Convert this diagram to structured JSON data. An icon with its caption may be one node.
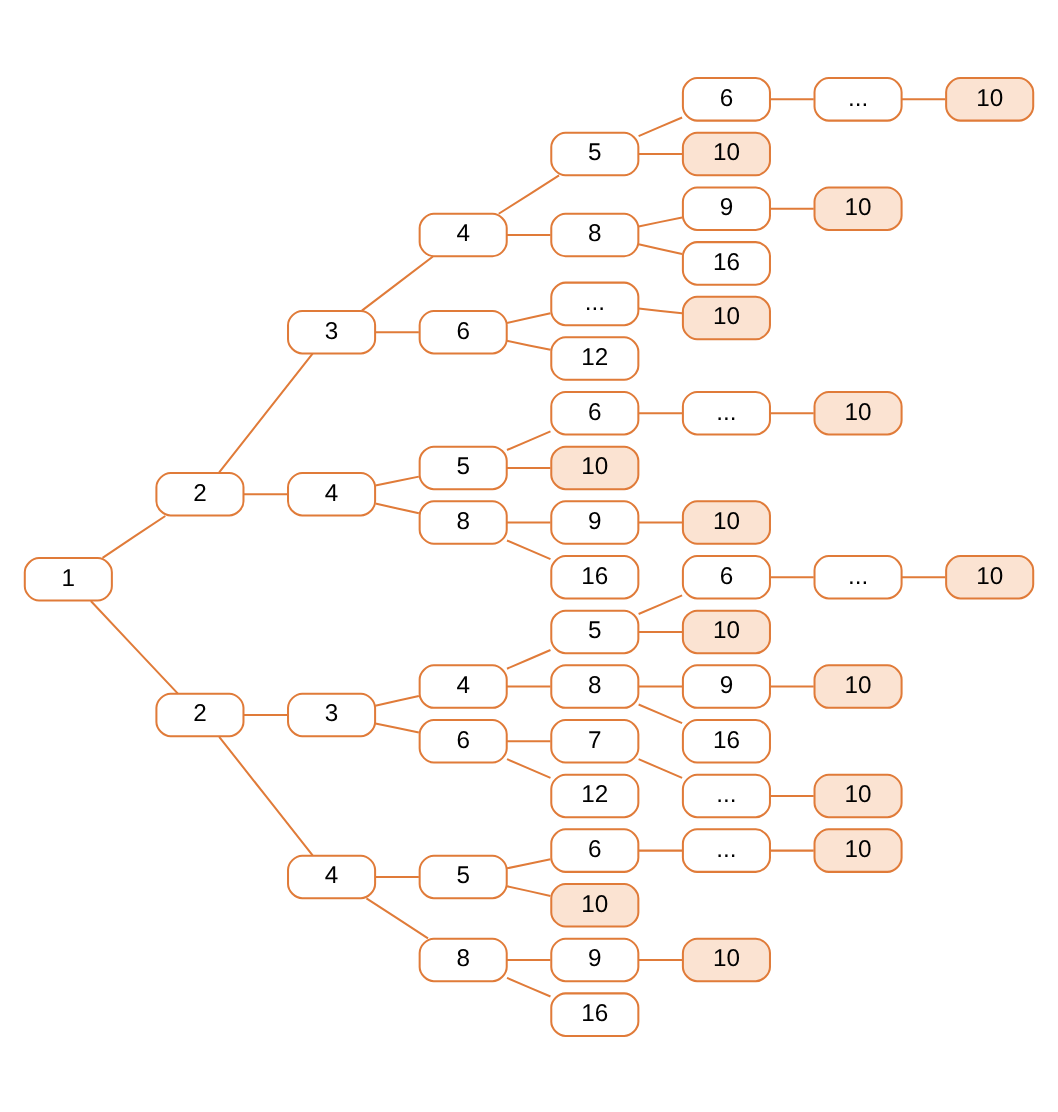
{
  "diagram": {
    "nodes": [
      {
        "text": [
          "1"
        ]
      },
      {
        "text": [
          "2"
        ]
      },
      {
        "text": [
          "3"
        ]
      },
      {
        "text": [
          "4"
        ]
      },
      {
        "text": [
          "5"
        ]
      },
      {
        "text": [
          "6"
        ]
      },
      {
        "text": [
          "..."
        ]
      },
      {
        "text": [
          "10"
        ]
      },
      {
        "text": [
          "10"
        ]
      },
      {
        "text": [
          "8"
        ]
      },
      {
        "text": [
          "9"
        ]
      },
      {
        "text": [
          "10"
        ]
      },
      {
        "text": [
          "16"
        ]
      },
      {
        "text": [
          "6"
        ]
      },
      {
        "text": [
          "..."
        ]
      },
      {
        "text": [
          "10"
        ]
      },
      {
        "text": [
          "12"
        ]
      },
      {
        "text": [
          "4"
        ]
      },
      {
        "text": [
          "5"
        ]
      },
      {
        "text": [
          "6"
        ]
      },
      {
        "text": [
          "..."
        ]
      },
      {
        "text": [
          "10"
        ]
      },
      {
        "text": [
          "10"
        ]
      },
      {
        "text": [
          "8"
        ]
      },
      {
        "text": [
          "9"
        ]
      },
      {
        "text": [
          "10"
        ]
      },
      {
        "text": [
          "16"
        ]
      },
      {
        "text": [
          "2"
        ]
      },
      {
        "text": [
          "3"
        ]
      },
      {
        "text": [
          "4"
        ]
      },
      {
        "text": [
          "5"
        ]
      },
      {
        "text": [
          "6"
        ]
      },
      {
        "text": [
          "..."
        ]
      },
      {
        "text": [
          "10"
        ]
      },
      {
        "text": [
          "10"
        ]
      },
      {
        "text": [
          "8"
        ]
      },
      {
        "text": [
          "9"
        ]
      },
      {
        "text": [
          "10"
        ]
      },
      {
        "text": [
          "16"
        ]
      },
      {
        "text": [
          "6"
        ]
      },
      {
        "text": [
          "7"
        ]
      },
      {
        "text": [
          "..."
        ]
      },
      {
        "text": [
          "10"
        ]
      },
      {
        "text": [
          "12"
        ]
      },
      {
        "text": [
          "4"
        ]
      },
      {
        "text": [
          "5"
        ]
      },
      {
        "text": [
          "6"
        ]
      },
      {
        "text": [
          "..."
        ]
      },
      {
        "text": [
          "10"
        ]
      },
      {
        "text": [
          "10"
        ]
      },
      {
        "text": [
          "8"
        ]
      },
      {
        "text": [
          "9"
        ]
      },
      {
        "text": [
          "10"
        ]
      },
      {
        "text": [
          "16"
        ]
      }
    ],
    "edges": [
      {
        "from": 0,
        "to": 1,
        "arrow": "none"
      },
      {
        "from": 1,
        "to": 2,
        "arrow": "none"
      },
      {
        "from": 2,
        "to": 3,
        "arrow": "none"
      },
      {
        "from": 3,
        "to": 4,
        "arrow": "none"
      },
      {
        "from": 4,
        "to": 5,
        "arrow": "none"
      },
      {
        "from": 5,
        "to": 6,
        "arrow": "none"
      },
      {
        "from": 6,
        "to": 7,
        "arrow": "none"
      },
      {
        "from": 4,
        "to": 8,
        "arrow": "none"
      },
      {
        "from": 3,
        "to": 9,
        "arrow": "none"
      },
      {
        "from": 9,
        "to": 10,
        "arrow": "none"
      },
      {
        "from": 10,
        "to": 11,
        "arrow": "none"
      },
      {
        "from": 9,
        "to": 12,
        "arrow": "none"
      },
      {
        "from": 2,
        "to": 13,
        "arrow": "none"
      },
      {
        "from": 13,
        "to": 14,
        "arrow": "none"
      },
      {
        "from": 14,
        "to": 15,
        "arrow": "none"
      },
      {
        "from": 13,
        "to": 16,
        "arrow": "none"
      },
      {
        "from": 1,
        "to": 17,
        "arrow": "none"
      },
      {
        "from": 17,
        "to": 18,
        "arrow": "none"
      },
      {
        "from": 18,
        "to": 19,
        "arrow": "none"
      },
      {
        "from": 19,
        "to": 20,
        "arrow": "none"
      },
      {
        "from": 20,
        "to": 21,
        "arrow": "none"
      },
      {
        "from": 18,
        "to": 22,
        "arrow": "none"
      },
      {
        "from": 17,
        "to": 23,
        "arrow": "none"
      },
      {
        "from": 23,
        "to": 24,
        "arrow": "none"
      },
      {
        "from": 24,
        "to": 25,
        "arrow": "none"
      },
      {
        "from": 23,
        "to": 26,
        "arrow": "none"
      },
      {
        "from": 0,
        "to": 27,
        "arrow": "none"
      },
      {
        "from": 27,
        "to": 28,
        "arrow": "none"
      },
      {
        "from": 28,
        "to": 29,
        "arrow": "none"
      },
      {
        "from": 29,
        "to": 30,
        "arrow": "none"
      },
      {
        "from": 30,
        "to": 31,
        "arrow": "none"
      },
      {
        "from": 31,
        "to": 32,
        "arrow": "none"
      },
      {
        "from": 32,
        "to": 33,
        "arrow": "none"
      },
      {
        "from": 30,
        "to": 34,
        "arrow": "none"
      },
      {
        "from": 29,
        "to": 35,
        "arrow": "none"
      },
      {
        "from": 35,
        "to": 36,
        "arrow": "none"
      },
      {
        "from": 36,
        "to": 37,
        "arrow": "none"
      },
      {
        "from": 35,
        "to": 38,
        "arrow": "none"
      },
      {
        "from": 28,
        "to": 39,
        "arrow": "none"
      },
      {
        "from": 39,
        "to": 40,
        "arrow": "none"
      },
      {
        "from": 40,
        "to": 41,
        "arrow": "none"
      },
      {
        "from": 41,
        "to": 42,
        "arrow": "none"
      },
      {
        "from": 39,
        "to": 43,
        "arrow": "none"
      },
      {
        "from": 27,
        "to": 44,
        "arrow": "none"
      },
      {
        "from": 44,
        "to": 45,
        "arrow": "none"
      },
      {
        "from": 45,
        "to": 46,
        "arrow": "none"
      },
      {
        "from": 46,
        "to": 47,
        "arrow": "none"
      },
      {
        "from": 47,
        "to": 48,
        "arrow": "none"
      },
      {
        "from": 45,
        "to": 49,
        "arrow": "none"
      },
      {
        "from": 44,
        "to": 50,
        "arrow": "none"
      },
      {
        "from": 50,
        "to": 51,
        "arrow": "none"
      },
      {
        "from": 51,
        "to": 52,
        "arrow": "none"
      },
      {
        "from": 50,
        "to": 53,
        "arrow": "none"
      }
    ]
  }
}
